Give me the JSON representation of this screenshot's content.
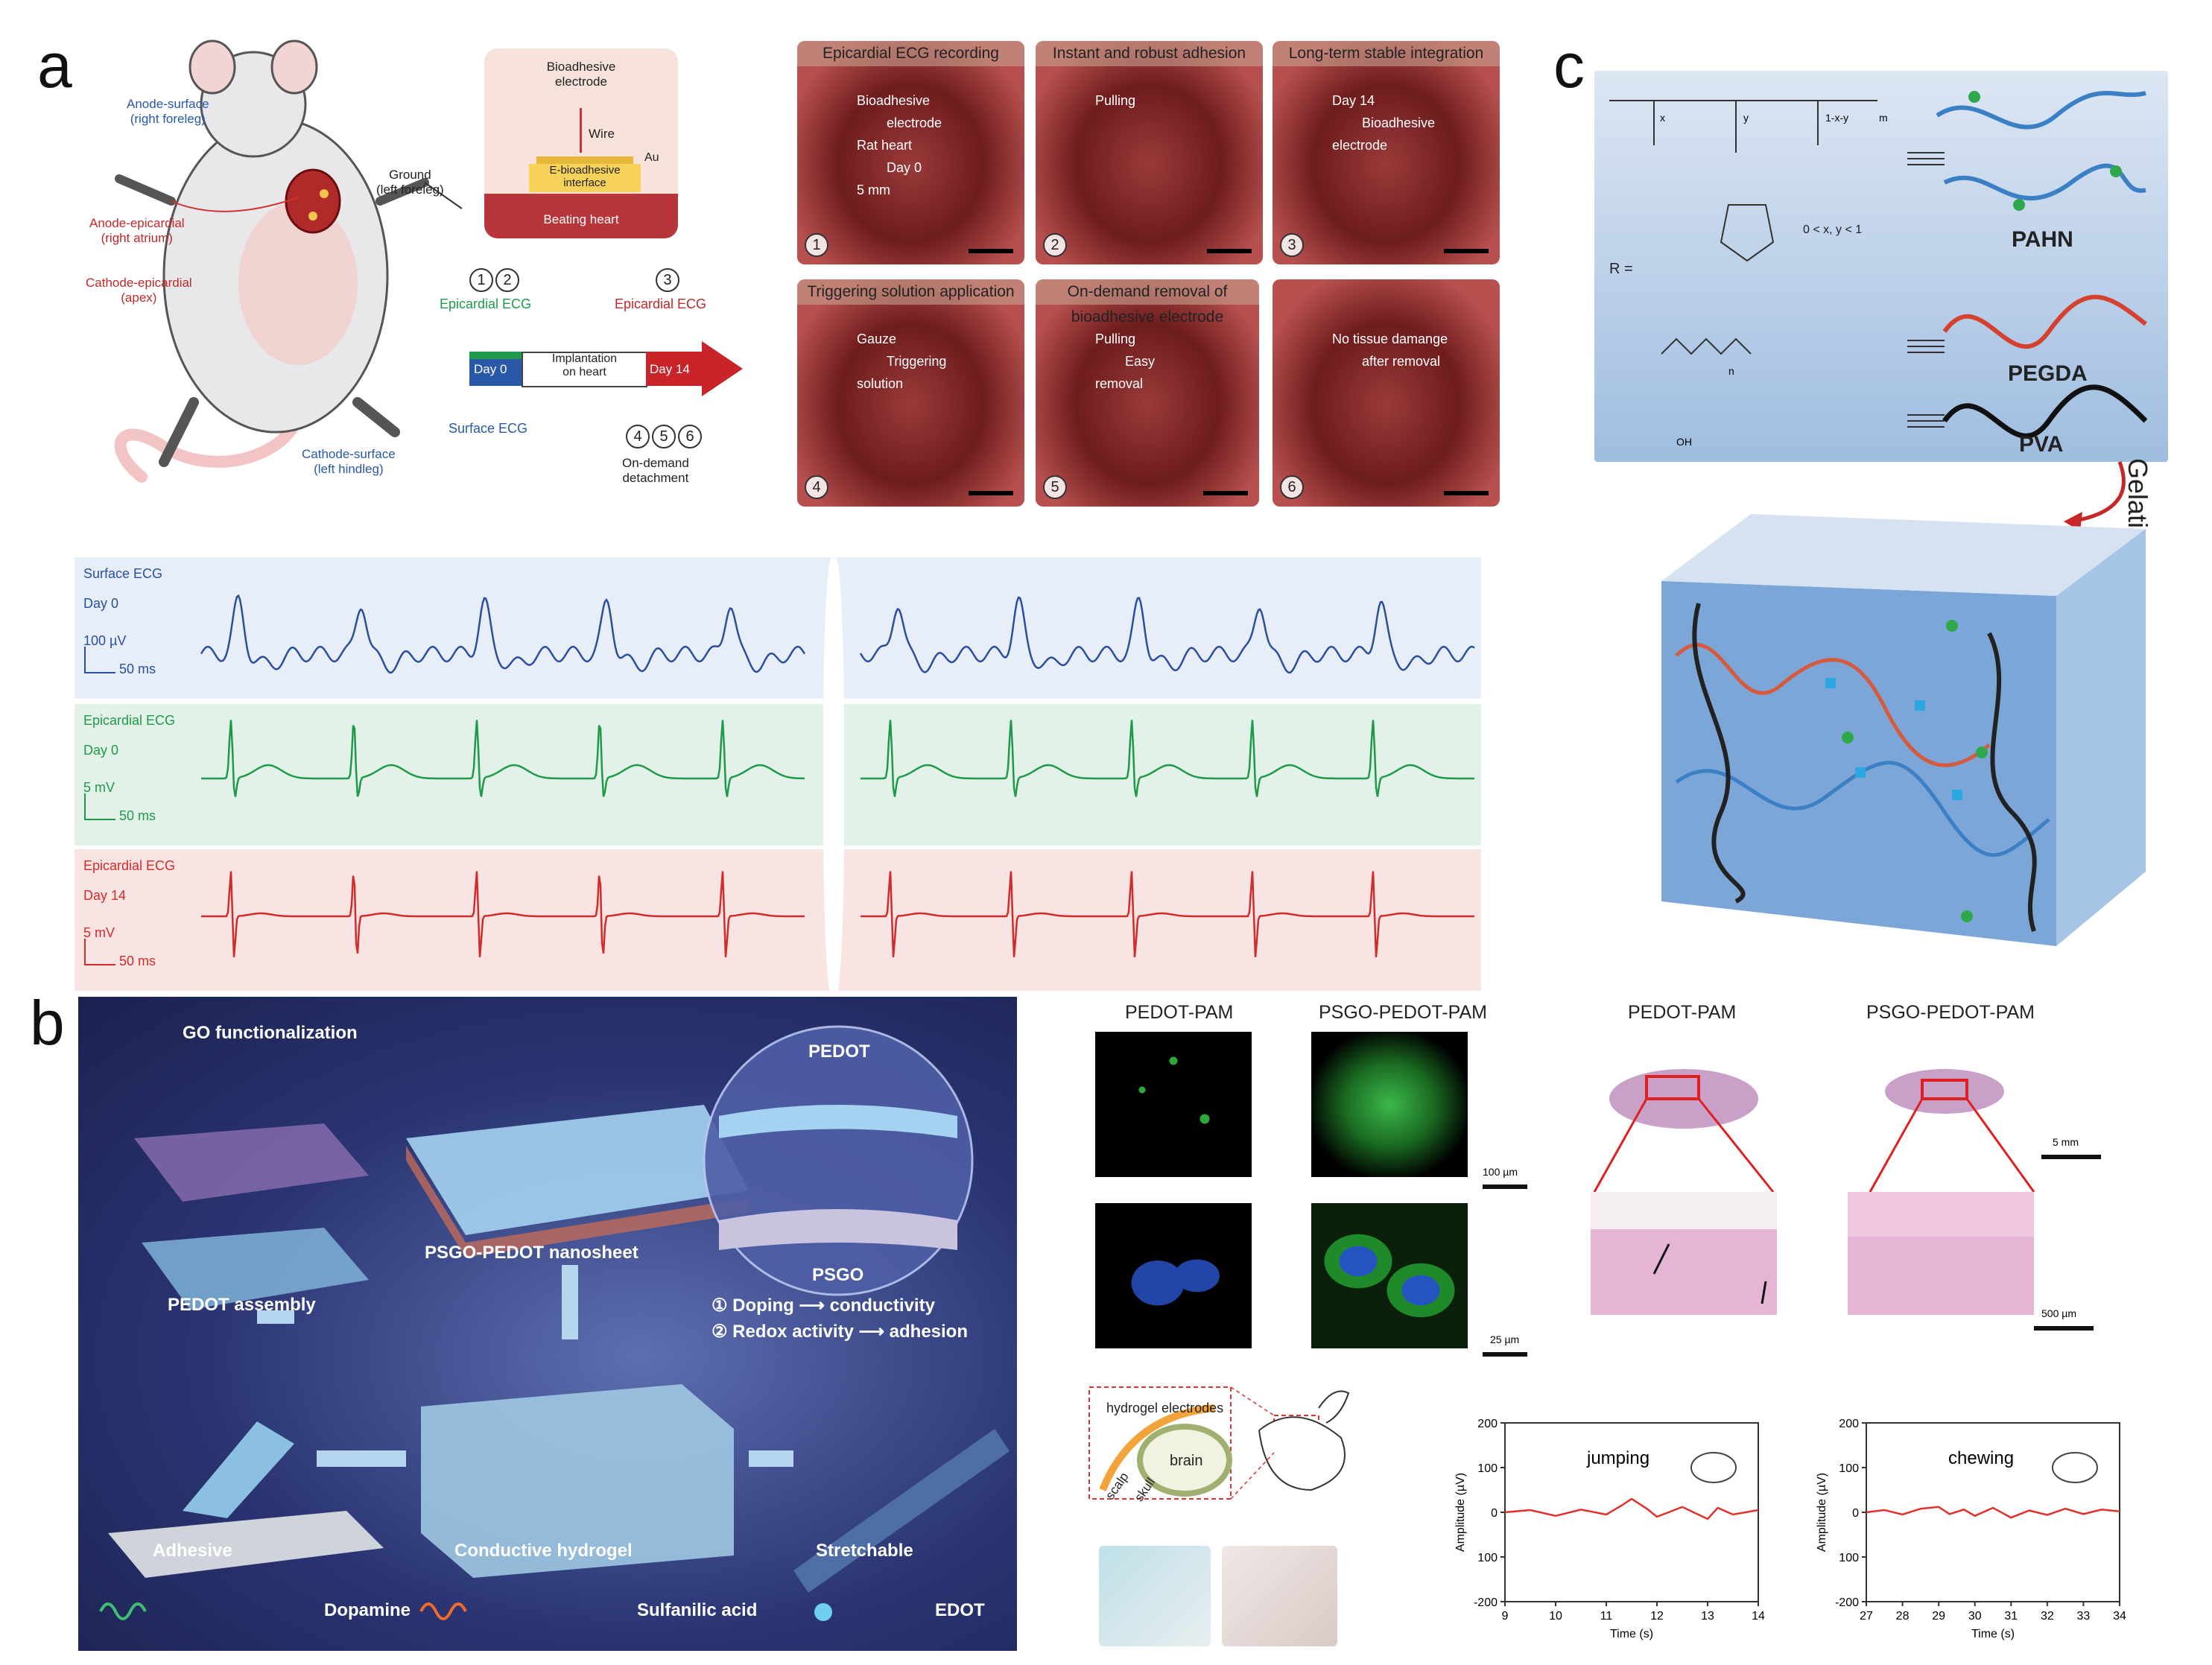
{
  "panels": {
    "a": "a",
    "b": "b",
    "c": "c"
  },
  "panel_a": {
    "rat_labels": {
      "anode_surface": [
        "Anode-surface",
        "(right foreleg)"
      ],
      "anode_epicardial": [
        "Anode-epicardial",
        "(right atrium)"
      ],
      "cathode_epicardial": [
        "Cathode-epicardial",
        "(apex)"
      ],
      "ground": [
        "Ground",
        "(left foreleg)"
      ],
      "cathode_surface": [
        "Cathode-surface",
        "(left hindleg)"
      ]
    },
    "inset": {
      "title": [
        "Bioadhesive",
        "electrode"
      ],
      "wire": "Wire",
      "au": "Au",
      "interface": [
        "E-bioadhesive",
        "interface"
      ],
      "heart": "Beating heart"
    },
    "timeline": {
      "steps_top_left": [
        "1",
        "2"
      ],
      "steps_top_right": [
        "3"
      ],
      "epi_left": "Epicardial ECG",
      "epi_right": "Epicardial ECG",
      "day0": "Day 0",
      "implant": [
        "Implantation",
        "on heart"
      ],
      "day14": "Day 14",
      "surface": "Surface ECG",
      "steps_bottom": [
        "4",
        "5",
        "6"
      ],
      "on_demand": [
        "On-demand",
        "detachment"
      ]
    },
    "photos": [
      {
        "title": "Epicardial ECG recording",
        "num": "1",
        "labels": [
          "Bioadhesive",
          "electrode",
          "Rat heart",
          "Day 0",
          "5 mm"
        ]
      },
      {
        "title": "Instant and robust adhesion",
        "num": "2",
        "labels": [
          "Pulling"
        ]
      },
      {
        "title": "Long-term stable integration",
        "num": "3",
        "labels": [
          "Day 14",
          "Bioadhesive",
          "electrode"
        ]
      },
      {
        "title": "Triggering solution application",
        "num": "4",
        "labels": [
          "Gauze",
          "Triggering",
          "solution"
        ]
      },
      {
        "title": "On-demand removal of bioadhesive electrode",
        "num": "5",
        "labels": [
          "Pulling",
          "Easy",
          "removal"
        ]
      },
      {
        "title": "",
        "num": "6",
        "labels": [
          "No tissue damange",
          "after removal"
        ]
      }
    ],
    "ecg": [
      {
        "title": "Surface ECG",
        "day": "Day 0",
        "amp": "100 µV",
        "time": "50 ms",
        "color": "#2a4fa0",
        "bg": "#e7eef7"
      },
      {
        "title": "Epicardial ECG",
        "day": "Day 0",
        "amp": "5 mV",
        "time": "50 ms",
        "color": "#1f9a4a",
        "bg": "#e3f2e8"
      },
      {
        "title": "Epicardial ECG",
        "day": "Day 14",
        "amp": "5 mV",
        "time": "50 ms",
        "color": "#d42a2a",
        "bg": "#f9e4e4"
      }
    ]
  },
  "panel_b": {
    "labels": {
      "go": "GO functionalization",
      "pedot_assembly": "PEDOT assembly",
      "nanosheet": "PSGO-PEDOT nanosheet",
      "pedot": "PEDOT",
      "psgo": "PSGO",
      "doping": "① Doping ⟶ conductivity",
      "redox": "② Redox activity ⟶ adhesion",
      "adhesive": "Adhesive",
      "conductive": "Conductive hydrogel",
      "stretchable": "Stretchable",
      "dopamine": "Dopamine",
      "sulfanilic": "Sulfanilic acid",
      "edot": "EDOT"
    },
    "micro": {
      "col1": "PEDOT-PAM",
      "col2": "PSGO-PEDOT-PAM",
      "scale1": "100 µm",
      "scale2": "25 µm"
    },
    "histo": {
      "col1": "PEDOT-PAM",
      "col2": "PSGO-PEDOT-PAM",
      "scale1": "5 mm",
      "scale2": "500 µm"
    },
    "schematic": {
      "electrodes": "hydrogel electrodes",
      "scalp": "scalp",
      "skull": "skull",
      "brain": "brain"
    }
  },
  "panel_c": {
    "chem": {
      "subscripts": [
        "x",
        "y",
        "1-x-y",
        "m"
      ],
      "condition": "0 < x, y < 1",
      "r_label": "R =",
      "pahn": "PAHN",
      "pegda": "PEGDA",
      "pva": "PVA",
      "n": "n",
      "oh": "OH"
    },
    "gelation": "Gelation"
  },
  "chart_data": [
    {
      "type": "line",
      "title": "",
      "annotation": "jumping",
      "xlabel": "Time (s)",
      "ylabel": "Amplitude (µV)",
      "xlim": [
        9,
        14
      ],
      "ylim": [
        -200,
        200
      ],
      "xticks": [
        "9",
        "10",
        "11",
        "12",
        "13",
        "14"
      ],
      "yticks": [
        "200",
        "100",
        "0",
        "100",
        "-200"
      ],
      "color": "#e0312b",
      "series": [
        {
          "x": [
            9.0,
            9.5,
            10.0,
            10.5,
            11.0,
            11.3,
            11.5,
            11.8,
            12.0,
            12.5,
            13.0,
            13.2,
            13.5,
            14.0
          ],
          "values": [
            0,
            5,
            -8,
            6,
            -5,
            15,
            30,
            8,
            -10,
            12,
            -15,
            10,
            -5,
            5
          ]
        }
      ]
    },
    {
      "type": "line",
      "title": "",
      "annotation": "chewing",
      "xlabel": "Time (s)",
      "ylabel": "Amplitude (µV)",
      "xlim": [
        27,
        34
      ],
      "ylim": [
        -200,
        200
      ],
      "xticks": [
        "27",
        "28",
        "29",
        "30",
        "31",
        "32",
        "33",
        "34"
      ],
      "yticks": [
        "200",
        "100",
        "0",
        "100",
        "-200"
      ],
      "color": "#e0312b",
      "series": [
        {
          "x": [
            27,
            27.5,
            28,
            28.5,
            29,
            29.3,
            29.7,
            30,
            30.5,
            31,
            31.5,
            32,
            32.5,
            33,
            33.5,
            34
          ],
          "values": [
            0,
            5,
            -5,
            8,
            12,
            -4,
            6,
            -8,
            10,
            -12,
            4,
            -6,
            8,
            -4,
            6,
            2
          ]
        }
      ]
    }
  ]
}
